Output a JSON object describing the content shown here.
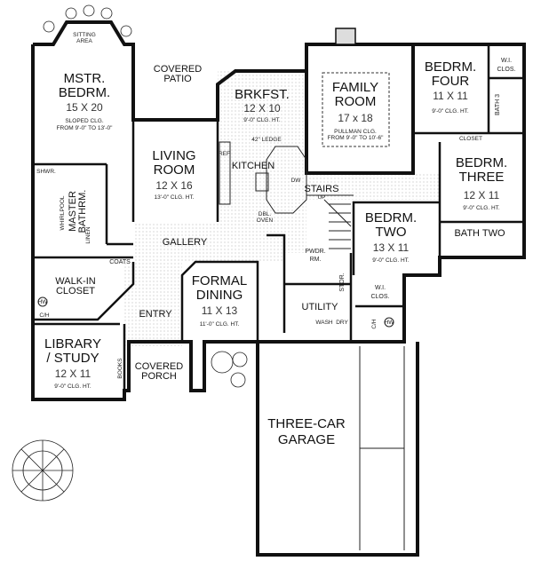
{
  "rooms": {
    "sitting_area": [
      "SITTING",
      "AREA"
    ],
    "master_bedroom": {
      "name": [
        "MSTR.",
        "BEDRM."
      ],
      "size": "15 X 20",
      "ceiling": [
        "SLOPED CLG.",
        "FROM 9'-0\" TO 13'-0\""
      ]
    },
    "covered_patio": [
      "COVERED",
      "PATIO"
    ],
    "living_room": {
      "name": [
        "LIVING",
        "ROOM"
      ],
      "size": "12 X 16",
      "ceiling": "13'-0\" CLG. HT."
    },
    "breakfast": {
      "name": "BRKFST.",
      "size": "12 X 10",
      "ceiling": "9'-0\" CLG. HT."
    },
    "kitchen": {
      "name": "KITCHEN",
      "ledge": "42\" LEDGE",
      "ref": "REF.",
      "dw": "DW",
      "oven": [
        "DBL.",
        "OVEN"
      ]
    },
    "family_room": {
      "name": [
        "FAMILY",
        "ROOM"
      ],
      "size": "17 x 18",
      "ceiling": [
        "PULLMAN CLG.",
        "FROM 9'-0\" TO 10'-6\""
      ]
    },
    "bedroom_four": {
      "name": [
        "BEDRM.",
        "FOUR"
      ],
      "size": "11 X 11",
      "ceiling": "9'-0\" CLG. HT."
    },
    "wi_closet_four": [
      "W.I.",
      "CLOS."
    ],
    "bath_three": "BATH 3",
    "closet_three": "CLOSET",
    "bedroom_three": {
      "name": [
        "BEDRM.",
        "THREE"
      ],
      "size": "12 X 11",
      "ceiling": "9'-0\" CLG. HT."
    },
    "bath_two": "BATH TWO",
    "bedroom_two": {
      "name": [
        "BEDRM.",
        "TWO"
      ],
      "size": "13 X 11",
      "ceiling": "9'-0\" CLG. HT."
    },
    "stairs": {
      "name": "STAIRS",
      "dir": "UP"
    },
    "powder_room": [
      "PWDR.",
      "RM."
    ],
    "storage": "STOR.",
    "utility": {
      "name": "UTILITY",
      "wash": "WASH",
      "dry": "DRY"
    },
    "wi_closet_two": [
      "W.I.",
      "CLOS."
    ],
    "master_bath": {
      "name": [
        "MASTER",
        "BATHRM."
      ],
      "whirlpool": "WHIRLPOOL",
      "shower": "SHWR.",
      "linen": "LINEN"
    },
    "coats": "COATS",
    "gallery": "GALLERY",
    "walk_in_closet": [
      "WALK-IN",
      "CLOSET"
    ],
    "hw_1": "HW",
    "ch_1": "C/H",
    "entry": "ENTRY",
    "formal_dining": {
      "name": [
        "FORMAL",
        "DINING"
      ],
      "size": "11 X 13",
      "ceiling": "11'-0\" CLG. HT."
    },
    "library": {
      "name": [
        "LIBRARY",
        "/ STUDY"
      ],
      "size": "12 X 11",
      "ceiling": "9'-0\" CLG. HT.",
      "books": "BOOKS"
    },
    "covered_porch": [
      "COVERED",
      "PORCH"
    ],
    "ch_2": "C/H",
    "hw_2": "HW",
    "garage": [
      "THREE-CAR",
      "GARAGE"
    ]
  },
  "colors": {
    "ink": "#111111",
    "paper": "#ffffff"
  }
}
